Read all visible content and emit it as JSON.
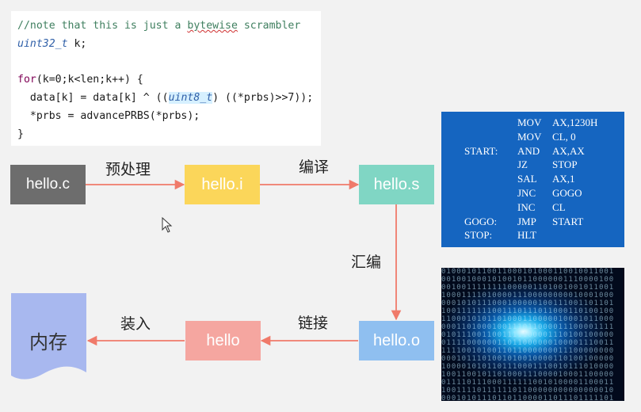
{
  "code": {
    "lines": [
      "//note that this is just a bytewise scrambler",
      "uint32_t k;",
      "",
      "for(k=0;k<len;k++) {",
      "  data[k] = data[k] ^ ((uint8_t) ((*prbs)>>7));",
      "  *prbs = advancePRBS(*prbs);",
      "}"
    ]
  },
  "flow": {
    "nodes": [
      {
        "id": "hello_c",
        "label": "hello.c",
        "color": "#6d6d6d"
      },
      {
        "id": "hello_i",
        "label": "hello.i",
        "color": "#fbd65a"
      },
      {
        "id": "hello_s",
        "label": "hello.s",
        "color": "#80d6c4"
      },
      {
        "id": "hello_o",
        "label": "hello.o",
        "color": "#8fbff0"
      },
      {
        "id": "hello",
        "label": "hello",
        "color": "#f5a6a0"
      },
      {
        "id": "memory",
        "label": "内存",
        "color": "#a8b8ef"
      }
    ],
    "edges": [
      {
        "from": "hello_c",
        "to": "hello_i",
        "label": "预处理"
      },
      {
        "from": "hello_i",
        "to": "hello_s",
        "label": "编译"
      },
      {
        "from": "hello_s",
        "to": "hello_o",
        "label": "汇编"
      },
      {
        "from": "hello_o",
        "to": "hello",
        "label": "链接"
      },
      {
        "from": "hello",
        "to": "memory",
        "label": "装入"
      }
    ],
    "arrow_color": "#f07a6a"
  },
  "assembly": {
    "lines": [
      {
        "label": "",
        "op": "MOV",
        "arg": "AX,1230H"
      },
      {
        "label": "",
        "op": "MOV",
        "arg": "CL, 0"
      },
      {
        "label": "START:",
        "op": "AND",
        "arg": "AX,AX"
      },
      {
        "label": "",
        "op": "JZ",
        "arg": "STOP"
      },
      {
        "label": "",
        "op": "SAL",
        "arg": "AX,1"
      },
      {
        "label": "",
        "op": "JNC",
        "arg": "GOGO"
      },
      {
        "label": "",
        "op": "INC",
        "arg": "CL"
      },
      {
        "label": "GOGO:",
        "op": "JMP",
        "arg": "START"
      },
      {
        "label": "STOP:",
        "op": "HLT",
        "arg": ""
      }
    ]
  },
  "icons": {
    "cursor": "mouse-pointer-icon",
    "binary_image": "binary-tunnel-image"
  }
}
